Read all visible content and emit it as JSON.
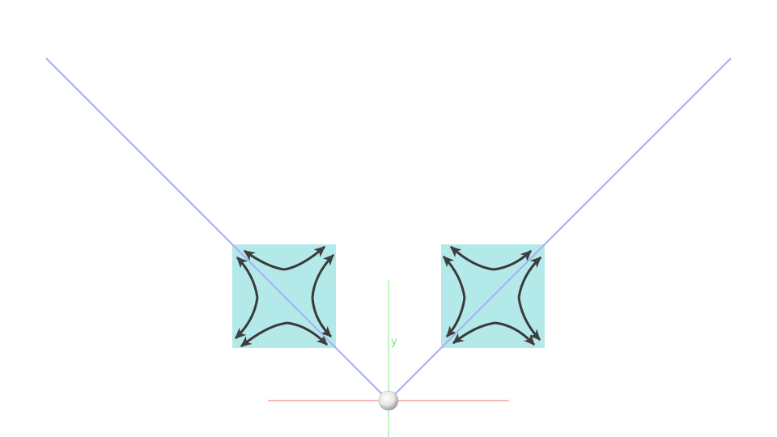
{
  "scene": {
    "background": "#ffffff",
    "ray_color": "#a9b2f2",
    "panel_color": "#b4e9e9",
    "arrow_color": "#4a4a4a",
    "x_axis_color": "#ef8f8f",
    "y_axis_color": "#9ff09a",
    "origin_sphere_color": "#e8e8e8",
    "y_axis_label": "y",
    "panels": [
      {
        "name": "left-saddle-panel",
        "flow": "outward-horizontal"
      },
      {
        "name": "right-saddle-panel",
        "flow": "outward-vertical"
      }
    ]
  }
}
